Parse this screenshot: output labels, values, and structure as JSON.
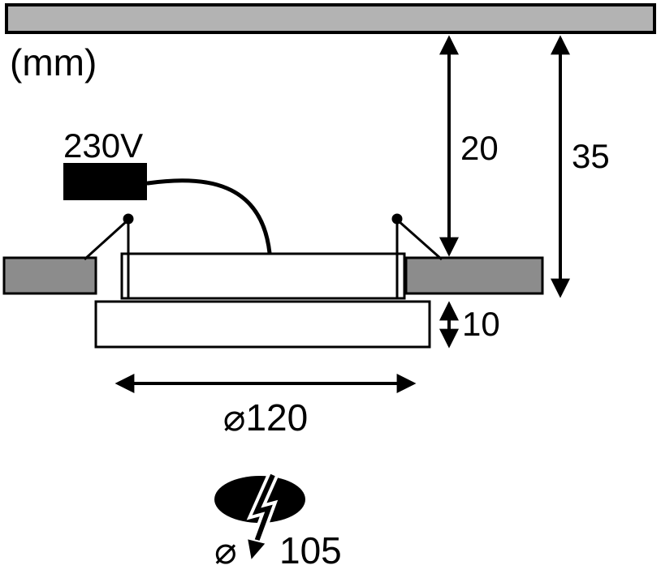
{
  "unit_label": "(mm)",
  "voltage_label": "230V",
  "dimensions": {
    "recess_depth": "20",
    "total_height": "35",
    "frame_height": "10",
    "panel_diameter": "⌀120",
    "cutout_symbol": "⌀",
    "cutout_diameter": "105"
  },
  "colors": {
    "ceiling_fill": "#b3b3b3",
    "flange_fill": "#8c8c8c",
    "line": "#000000"
  }
}
